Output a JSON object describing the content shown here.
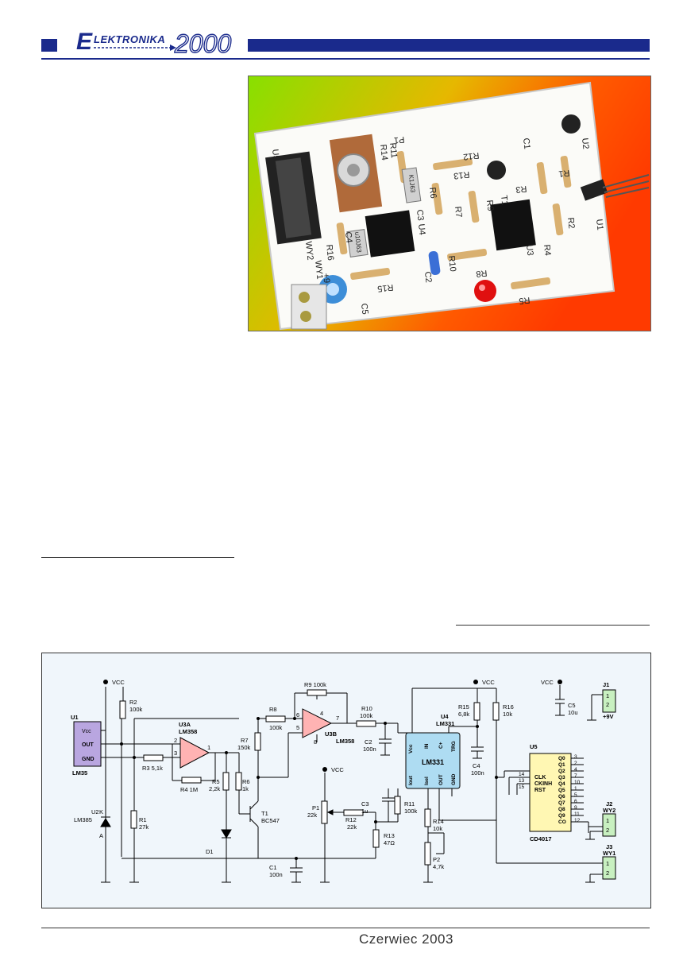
{
  "header": {
    "logo_first": "E",
    "logo_rest": "LEKTRONIKA",
    "logo_number": "2000",
    "brand_color": "#1a2a8c"
  },
  "photo": {
    "gradient_colors": [
      "#88e000",
      "#e6b800",
      "#ff4d00"
    ],
    "labels": {
      "u5": "U5",
      "r14": "R14",
      "r11": "R11",
      "p1": "P1",
      "r12": "R12",
      "c1": "C1",
      "u2": "U2",
      "r13": "R13",
      "r6": "R6",
      "t1": "T1",
      "r3": "R3",
      "r1": "R1",
      "c3": "C3",
      "r7": "R7",
      "r9": "R9",
      "r2": "R2",
      "u1": "U1",
      "c4": "C4",
      "u4": "U4",
      "r16": "R16",
      "wy1": "WY1",
      "wy2": "WY2",
      "r10": "R10",
      "u3": "U3",
      "r4": "R4",
      "plus9": "+9",
      "r15": "R15",
      "c2": "C2",
      "r8": "R8",
      "r5": "R5",
      "c5": "C5",
      "cap_c3": "K1J63",
      "cap_c4": "u10J63"
    }
  },
  "schematic": {
    "vcc": "VCC",
    "u1": {
      "ref": "U1",
      "part": "LM35",
      "pins": [
        "Vcc",
        "OUT",
        "GND"
      ]
    },
    "u2": {
      "ref": "U2",
      "part": "LM385",
      "k": "K",
      "a": "A"
    },
    "r1": {
      "ref": "R1",
      "val": "27k"
    },
    "r2": {
      "ref": "R2",
      "val": "100k"
    },
    "r3": {
      "label": "R3 5,1k"
    },
    "r4": {
      "label": "R4 1M"
    },
    "u3a": {
      "ref": "U3A",
      "part": "LM358",
      "pin_minus": "2",
      "pin_plus": "3",
      "pin_out": "1"
    },
    "r5": {
      "ref": "R5",
      "val": "2,2k"
    },
    "r6": {
      "ref": "R6",
      "val": "1k"
    },
    "d1": "D1",
    "r7": {
      "ref": "R7",
      "val": "150k"
    },
    "t1": {
      "ref": "T1",
      "part": "BC547"
    },
    "r8": {
      "ref": "R8",
      "val": "100k"
    },
    "r9": {
      "label": "R9 100k"
    },
    "u3b": {
      "ref": "U3B",
      "part": "LM358",
      "pin6": "6",
      "pin5": "5",
      "pin4": "4",
      "pin8": "8",
      "pin7": "7"
    },
    "c1": {
      "ref": "C1",
      "val": "100n"
    },
    "r10": {
      "ref": "R10",
      "val": "100k"
    },
    "c2": {
      "ref": "C2",
      "val": "100n"
    },
    "p1": {
      "ref": "P1",
      "val": "22k"
    },
    "r12": {
      "ref": "R12",
      "val": "22k"
    },
    "r13": {
      "ref": "R13",
      "val": "47Ω"
    },
    "c3": {
      "ref": "C3",
      "val": "1u"
    },
    "r11": {
      "ref": "R11",
      "val": "100k"
    },
    "u4": {
      "ref": "U4",
      "part": "LM331",
      "title": "LM331",
      "pins": [
        "Vcc",
        "IN",
        "C+",
        "TRG",
        "Iout",
        "Isel",
        "OUT",
        "GND"
      ]
    },
    "r15": {
      "ref": "R15",
      "val": "6,8k"
    },
    "c4": {
      "ref": "C4",
      "val": "100n"
    },
    "r16": {
      "ref": "R16",
      "val": "10k"
    },
    "r14": {
      "ref": "R14",
      "val": "10k"
    },
    "p2": {
      "ref": "P2",
      "val": "4,7k"
    },
    "c5": {
      "ref": "C5",
      "val": "10u"
    },
    "j1": {
      "ref": "J1",
      "net": "+9V",
      "p1": "1",
      "p2": "2"
    },
    "u5": {
      "ref": "U5",
      "part": "CD4017",
      "pins_left": [
        "CLK",
        "CKINH",
        "RST"
      ],
      "pin_nums_left": [
        "14",
        "13",
        "15"
      ],
      "pins_right": [
        "Q0",
        "Q1",
        "Q2",
        "Q3",
        "Q4",
        "Q5",
        "Q6",
        "Q7",
        "Q8",
        "Q9",
        "CO"
      ],
      "pin_nums_right": [
        "3",
        "2",
        "4",
        "7",
        "10",
        "1",
        "5",
        "6",
        "9",
        "11",
        "12"
      ]
    },
    "j2": {
      "ref": "J2",
      "net": "WY2",
      "p1": "1",
      "p2": "2"
    },
    "j3": {
      "ref": "J3",
      "net": "WY1",
      "p1": "1",
      "p2": "2"
    },
    "colors": {
      "u1_fill": "#b9a6e0",
      "u3_fill": "#ffb3b3",
      "u4_fill": "#aedcf2",
      "u5_fill": "#fff7b3",
      "j_fill": "#c8f0c0"
    }
  },
  "footer": {
    "issue": "Czerwiec 2003"
  }
}
